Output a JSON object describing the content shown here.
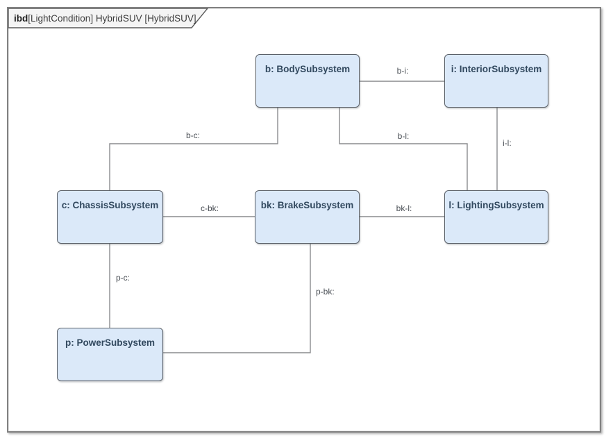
{
  "frame": {
    "keyword": "ibd",
    "title": "[LightCondition] HybridSUV [HybridSUV]"
  },
  "blocks": [
    {
      "id": "b",
      "label": "b: BodySubsystem"
    },
    {
      "id": "i",
      "label": "i: InteriorSubsystem"
    },
    {
      "id": "c",
      "label": "c: ChassisSubsystem"
    },
    {
      "id": "bk",
      "label": "bk: BrakeSubsystem"
    },
    {
      "id": "l",
      "label": "l: LightingSubsystem"
    },
    {
      "id": "p",
      "label": "p: PowerSubsystem"
    }
  ],
  "connectors": [
    {
      "id": "b-i",
      "label": "b-i:"
    },
    {
      "id": "b-c",
      "label": "b-c:"
    },
    {
      "id": "b-l",
      "label": "b-l:"
    },
    {
      "id": "i-l",
      "label": "i-l:"
    },
    {
      "id": "c-bk",
      "label": "c-bk:"
    },
    {
      "id": "bk-l",
      "label": "bk-l:"
    },
    {
      "id": "p-c",
      "label": "p-c:"
    },
    {
      "id": "p-bk",
      "label": "p-bk:"
    }
  ],
  "colors": {
    "block_fill": "#dbe9f9",
    "block_border": "#5a6068",
    "block_text": "#32495f",
    "connector_line": "#8a8c8e",
    "connector_text": "#4a4f55",
    "frame_border": "#818181"
  }
}
